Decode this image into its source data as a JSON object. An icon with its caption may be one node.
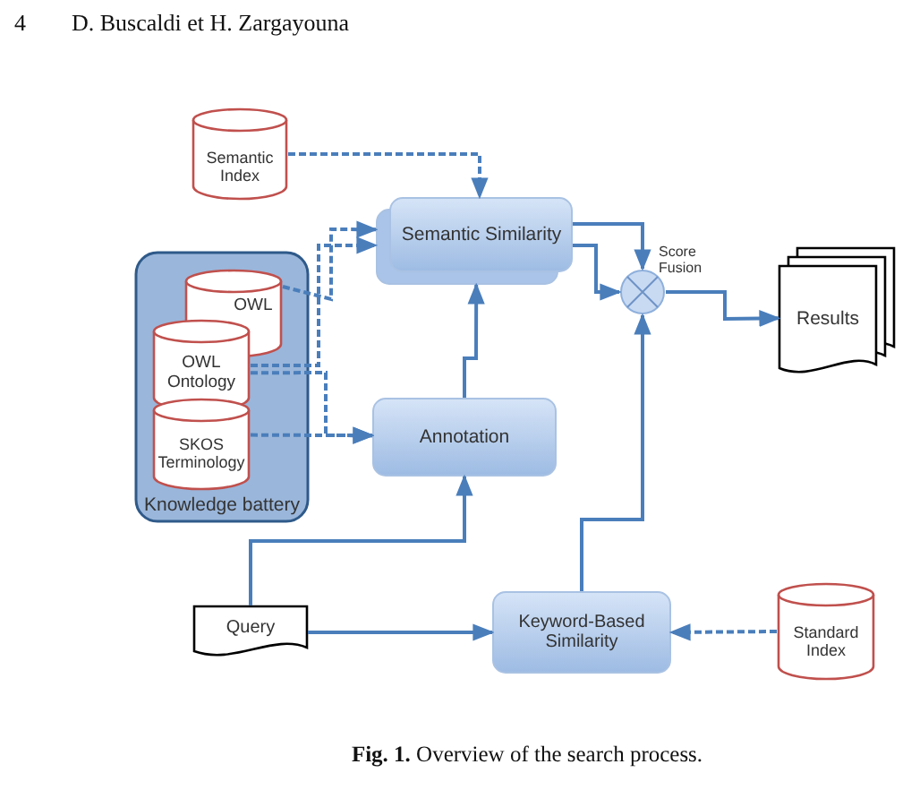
{
  "diagram": {
    "caption": "**Fig. 1.** Overview of the search process.",
    "nodes": [
      {
        "text": [
          "Semantic Index"
        ]
      },
      {
        "text": [
          "Knowledge battery"
        ]
      },
      {
        "text": [
          "OWL"
        ],
        "in": 1
      },
      {
        "text": [
          "OWL Ontology"
        ],
        "in": 1
      },
      {
        "text": [
          "SKOS Terminology"
        ],
        "in": 1
      },
      {
        "text": [
          "Semantic Similarity"
        ]
      },
      {
        "text": [],
        "shape": "circle",
        "beside": [
          "Score Fusion"
        ]
      },
      {
        "text": [
          "Results"
        ]
      },
      {
        "text": [
          "Annotation"
        ]
      },
      {
        "text": [
          "Query"
        ]
      },
      {
        "text": [
          "Keyword-Based Similarity"
        ]
      },
      {
        "text": [
          "Standard Index"
        ]
      }
    ],
    "edges": [
      {
        "from": 0,
        "to": 5,
        "arrow": "to",
        "style": "dashed"
      },
      {
        "from": 2,
        "to": 5,
        "arrow": "to",
        "style": "dashed"
      },
      {
        "from": 3,
        "to": 5,
        "arrow": "to",
        "style": "dashed"
      },
      {
        "from": 3,
        "to": 8,
        "arrow": "to",
        "style": "dashed"
      },
      {
        "from": 4,
        "to": 8,
        "arrow": "to",
        "style": "dashed"
      },
      {
        "from": 8,
        "to": 5,
        "arrow": "to"
      },
      {
        "from": 5,
        "to": 6,
        "arrow": "to"
      },
      {
        "from": 5,
        "to": 6,
        "arrow": "to"
      },
      {
        "from": 10,
        "to": 6,
        "arrow": "to"
      },
      {
        "from": 6,
        "to": 7,
        "arrow": "to"
      },
      {
        "from": 9,
        "to": 8,
        "arrow": "to"
      },
      {
        "from": 9,
        "to": 10,
        "arrow": "to"
      },
      {
        "from": 11,
        "to": 10,
        "arrow": "to",
        "style": "dashed"
      }
    ],
    "labels": [
      "4",
      "D. Buscaldi et H. Zargayouna"
    ]
  }
}
